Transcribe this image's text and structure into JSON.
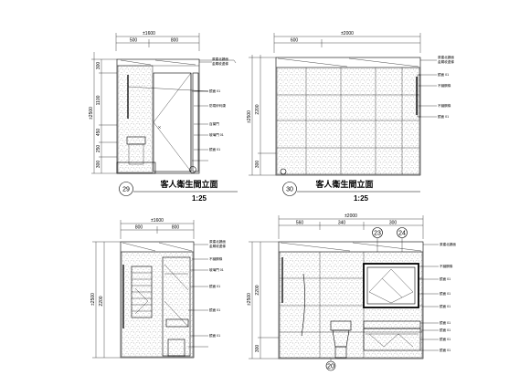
{
  "views": [
    {
      "number": "29",
      "title": "客人衛生間立面",
      "scale": "1:25",
      "overall_width": "±1600",
      "width_parts": [
        "500",
        "800"
      ],
      "overall_height": "±2500",
      "height_parts": [
        "300",
        "1100",
        "450",
        "250",
        "300"
      ],
      "tags": [
        "原建北牆面",
        "金屬收邊條",
        "鏡面 01",
        "防霉矽利康",
        "百葉門",
        "玻璃門 01",
        "鏡面 01"
      ]
    },
    {
      "number": "30",
      "title": "客人衛生間立面",
      "scale": "1:25",
      "overall_width": "±2000",
      "width_parts": [
        "600"
      ],
      "overall_height": "±2500",
      "height_parts": [
        "2200",
        "300"
      ],
      "tags": [
        "原建北牆面",
        "金屬收邊條",
        "鏡面 01",
        "不鏽鋼條",
        "不鏽鋼條",
        "鏡面 01"
      ]
    },
    {
      "number": "",
      "title": "",
      "scale": "",
      "overall_width": "±1600",
      "width_parts": [
        "800",
        "800"
      ],
      "overall_height": "±2500",
      "height_parts": [
        "2200"
      ],
      "tags": [
        "原建北牆面",
        "金屬收邊條",
        "不鏽鋼條",
        "玻璃門 01",
        "鏡面 01",
        "鏡面 01",
        "鏡面 01"
      ]
    },
    {
      "number": "",
      "title": "",
      "scale": "",
      "overall_width": "±2000",
      "width_parts": [
        "560",
        "340",
        "300"
      ],
      "overall_height": "±2500",
      "height_parts": [
        "2200",
        "300"
      ],
      "callouts": [
        "23",
        "24",
        "20"
      ],
      "tags": [
        "原建北牆面",
        "不鏽鋼條",
        "鏡面 01",
        "鏡面 01",
        "鏡面 01",
        "鏡面 01",
        "鏡面 01",
        "鏡面 01",
        "鏡面 01"
      ]
    }
  ]
}
